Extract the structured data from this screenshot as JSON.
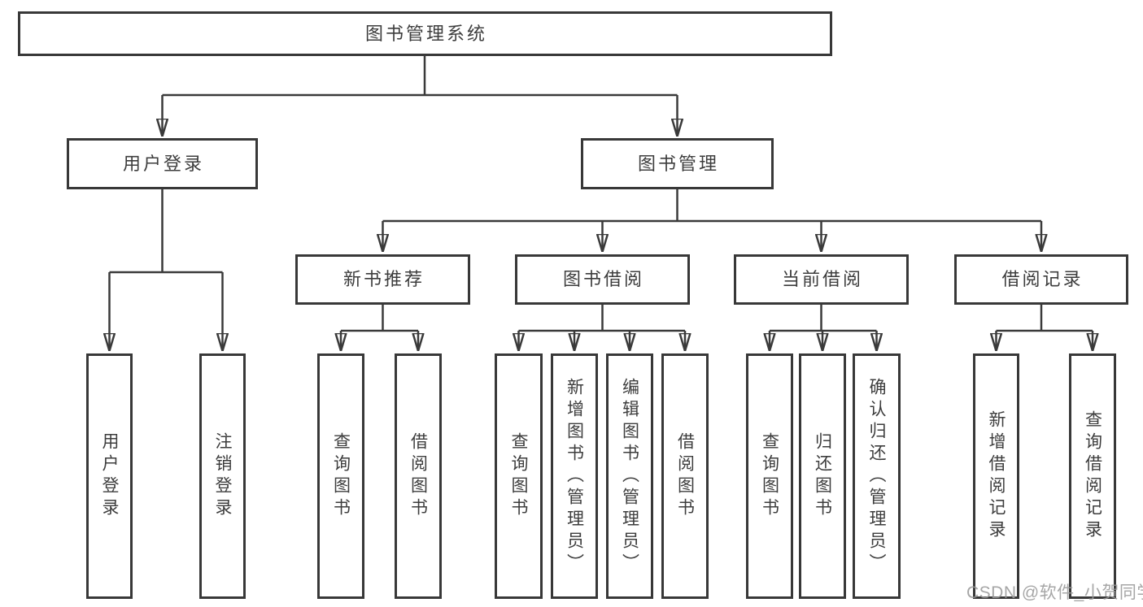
{
  "diagram_type": "hierarchy-tree",
  "colors": {
    "background": "#ffffff",
    "box_border": "#383838",
    "line": "#3a3a3a",
    "text": "#3d3d3d",
    "watermark": "#9a9a9a"
  },
  "tree": {
    "label": "图书管理系统",
    "children": [
      {
        "label": "用户登录",
        "children": [
          {
            "label": "用户登录"
          },
          {
            "label": "注销登录"
          }
        ]
      },
      {
        "label": "图书管理",
        "children": [
          {
            "label": "新书推荐",
            "children": [
              {
                "label": "查询图书"
              },
              {
                "label": "借阅图书"
              }
            ]
          },
          {
            "label": "图书借阅",
            "children": [
              {
                "label": "查询图书"
              },
              {
                "label": "新增图书（管理员）"
              },
              {
                "label": "编辑图书（管理员）"
              },
              {
                "label": "借阅图书"
              }
            ]
          },
          {
            "label": "当前借阅",
            "children": [
              {
                "label": "查询图书"
              },
              {
                "label": "归还图书"
              },
              {
                "label": "确认归还（管理员）"
              }
            ]
          },
          {
            "label": "借阅记录",
            "children": [
              {
                "label": "新增借阅记录"
              },
              {
                "label": "查询借阅记录"
              }
            ]
          }
        ]
      }
    ]
  },
  "watermark": {
    "text": "CSDN @软件_小贺同学"
  }
}
